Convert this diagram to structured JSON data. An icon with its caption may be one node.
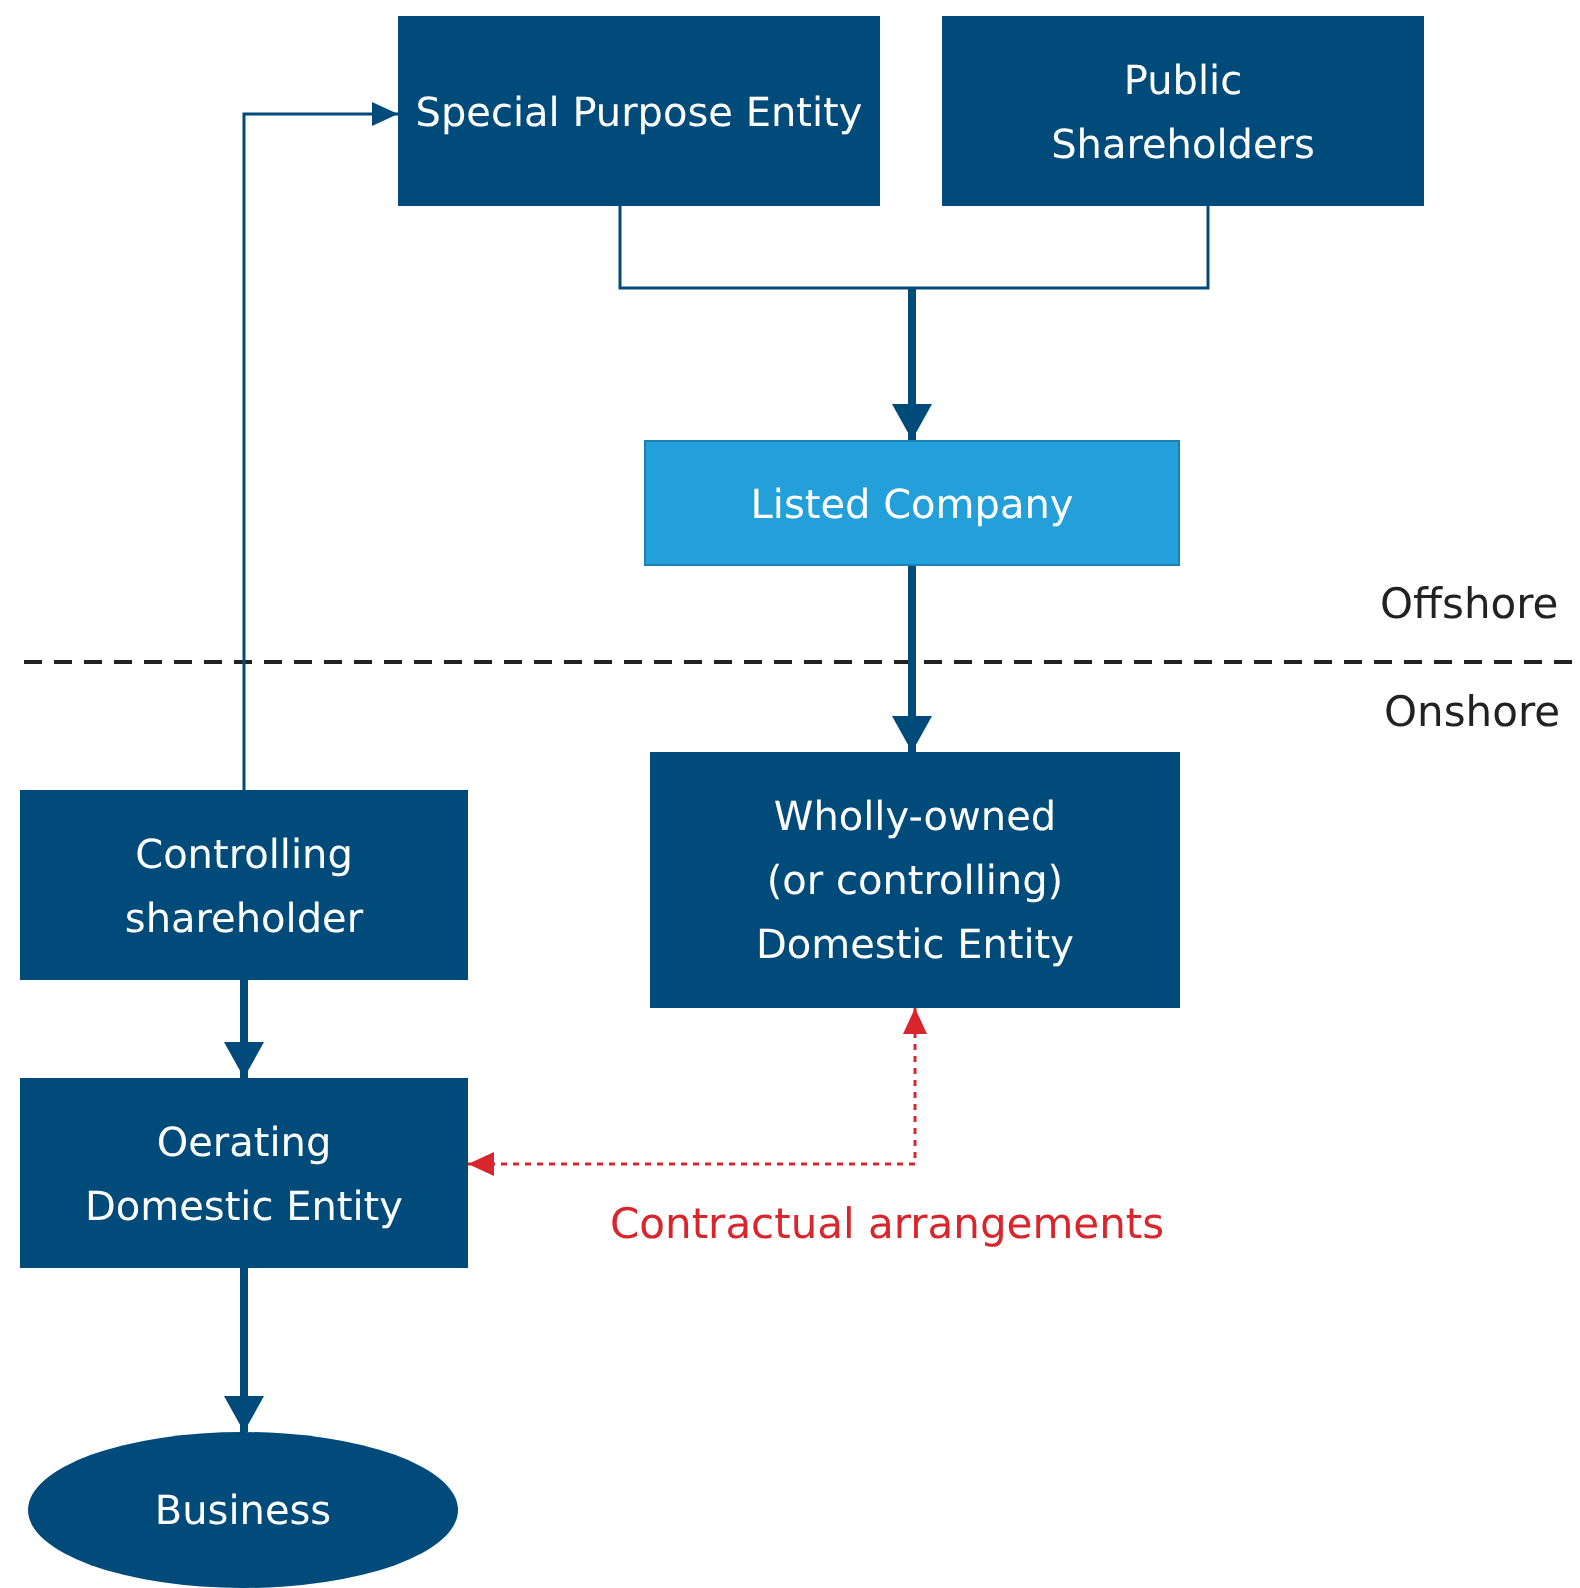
{
  "diagram": {
    "nodes": [
      {
        "text": [
          "Special Purpose Entity"
        ]
      },
      {
        "text": [
          "Public Shareholders"
        ]
      },
      {
        "text": [
          "Listed Company"
        ]
      },
      {
        "text": [
          "Wholly-owned (or controlling) Domestic Entity"
        ]
      },
      {
        "text": [
          "Controlling shareholder"
        ]
      },
      {
        "text": [
          "Oerating Domestic Entity"
        ]
      },
      {
        "text": [
          "Business"
        ]
      }
    ],
    "edges": [
      {
        "from": 0,
        "to": 2,
        "arrow": "to"
      },
      {
        "from": 1,
        "to": 2,
        "arrow": "to"
      },
      {
        "from": 2,
        "to": 3,
        "arrow": "to",
        "style": "thick"
      },
      {
        "from": 4,
        "to": 0,
        "arrow": "to"
      },
      {
        "from": 4,
        "to": 5,
        "arrow": "to",
        "style": "thick"
      },
      {
        "from": 5,
        "to": 6,
        "arrow": "to",
        "style": "thick"
      },
      {
        "from": 3,
        "to": 5,
        "arrow": "both",
        "label": "Contractual arrangements",
        "style": "dashed",
        "color": "#d9262c"
      }
    ],
    "labels": [
      "Offshore",
      "Onshore"
    ]
  }
}
